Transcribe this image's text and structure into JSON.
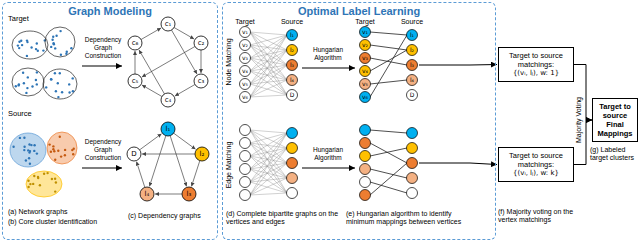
{
  "diagram": {
    "nodes": [
      {
        "text": [
          "Graph Modeling"
        ]
      },
      {
        "text": [
          "Optimal Label Learning"
        ]
      },
      {
        "text": [
          "Target to source matchings:",
          "{(vᵢ, lⱼ), w: 1}"
        ]
      },
      {
        "text": [
          "Target to source matchings:",
          "{(vᵢ, lⱼ), w: k}"
        ]
      },
      {
        "text": [
          "Target to source Final Mappings"
        ]
      }
    ],
    "edges": [
      {
        "from": 2,
        "to": 4,
        "arrow": "to"
      },
      {
        "from": 3,
        "to": 4,
        "arrow": "to"
      }
    ],
    "labels": [
      "Target",
      "Source",
      "Dependency Graph Construction",
      "Dependency Graph Construction",
      "(a) Network graphs",
      "(b) Core cluster identification",
      "(c) Dependency graphs",
      "Node Matching",
      "Edge Matching",
      "Target",
      "Source",
      "Target",
      "Source",
      "Hungarian Algorithm",
      "Hungarian Algorithm",
      "(d) Complete bipartite graphs on the vertices and edges",
      "(e) Hungarian algorithm to identify minimum mappings between vertices",
      "(f) Majority voting on the vertex matchings",
      "Majority Voting",
      "(g) Labeled target clusters",
      "c₁",
      "c₂",
      "c₃",
      "c₄",
      "c₅",
      "c₆",
      "l₁",
      "l₂",
      "l₃",
      "l₄",
      "D",
      "v₁",
      "v₂",
      "v₃",
      "v₄",
      "v₅",
      "v₆",
      "l₁",
      "l₂",
      "l₃",
      "l₄",
      "D",
      "v₁",
      "v₂",
      "v₃",
      "v₄",
      "v₅",
      "v₆",
      "l₁",
      "l₂",
      "l₃",
      "l₄",
      "D"
    ]
  }
}
